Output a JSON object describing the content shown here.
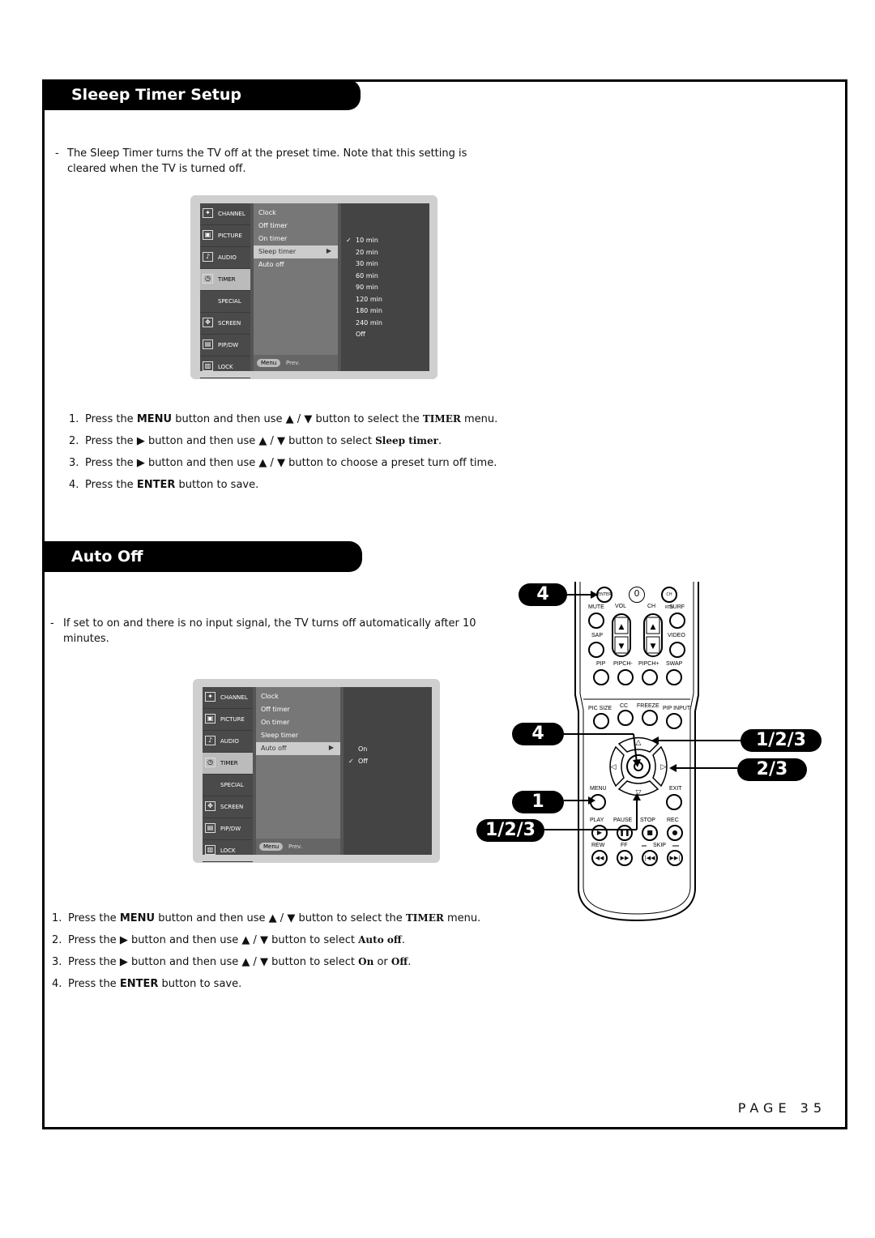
{
  "section1": {
    "title": "Sleeep Timer Setup",
    "intro": "The Sleep Timer turns the TV off at the preset time. Note that this setting is cleared when the TV is turned off.",
    "steps": [
      {
        "num": "1.",
        "a": "Press the ",
        "b": "MENU",
        "c": " button and then use ▲ / ▼ button to select the ",
        "d": "TIMER",
        "e": " menu."
      },
      {
        "num": "2.",
        "a": "Press the ▶ button and then use ▲ / ▼ button to select ",
        "d": "Sleep timer",
        "e": "."
      },
      {
        "num": "3.",
        "a": "Press the ▶ button and then use ▲ / ▼ button to choose a preset turn off time."
      },
      {
        "num": "4.",
        "a": "Press the ",
        "b": "ENTER",
        "c": " button to save."
      }
    ],
    "osd": {
      "side": [
        "CHANNEL",
        "PICTURE",
        "AUDIO",
        "TIMER",
        "SPECIAL",
        "SCREEN",
        "PIP/DW",
        "LOCK"
      ],
      "menu": [
        "Clock",
        "Off timer",
        "On timer",
        "Sleep timer",
        "Auto off"
      ],
      "options": [
        "10 min",
        "20 min",
        "30 min",
        "60 min",
        "90 min",
        "120 min",
        "180 min",
        "240 min",
        "Off"
      ],
      "menu_btn": "Menu",
      "prev": "Prev."
    }
  },
  "section2": {
    "title": "Auto Off",
    "intro": "If set to on and there is no input signal, the TV turns off automatically after 10 minutes.",
    "steps": [
      {
        "num": "1.",
        "a": "Press the ",
        "b": "MENU",
        "c": " button and then use ▲ / ▼ button to select the ",
        "d": "TIMER",
        "e": " menu."
      },
      {
        "num": "2.",
        "a": "Press the ▶ button and then use ▲ / ▼ button to select ",
        "d": "Auto off",
        "e": "."
      },
      {
        "num": "3.",
        "a": "Press the ▶ button and then use ▲ / ▼ button to select ",
        "d": "On",
        "c": " or ",
        "f": "Off",
        "e": "."
      },
      {
        "num": "4.",
        "a": "Press the ",
        "b": "ENTER",
        "c": " button to save."
      }
    ],
    "osd": {
      "side": [
        "CHANNEL",
        "PICTURE",
        "AUDIO",
        "TIMER",
        "SPECIAL",
        "SCREEN",
        "PIP/DW",
        "LOCK"
      ],
      "menu": [
        "Clock",
        "Off timer",
        "On timer",
        "Sleep timer",
        "Auto off"
      ],
      "options": [
        "On",
        "Off"
      ],
      "menu_btn": "Menu",
      "prev": "Prev."
    }
  },
  "remote": {
    "labels": {
      "enter": "ENTER",
      "zero": "0",
      "chrtn": "CH RTN",
      "mute": "MUTE",
      "vol": "VOL",
      "ch": "CH",
      "surf": "SURF",
      "sap": "SAP",
      "video": "VIDEO",
      "pip": "PIP",
      "pipch_minus": "PIPCH-",
      "pipch_plus": "PIPCH+",
      "swap": "SWAP",
      "picsize": "PIC SIZE",
      "cc": "CC",
      "freeze": "FREEZE",
      "pipinput": "PIP INPUT",
      "menu": "MENU",
      "exit": "EXIT",
      "play": "PLAY",
      "pause": "PAUSE",
      "stop": "STOP",
      "rec": "REC",
      "rew": "REW",
      "ff": "FF",
      "skip": "SKIP"
    },
    "callouts": [
      "4",
      "4",
      "1",
      "1/2/3",
      "1/2/3",
      "2/3"
    ]
  },
  "page": {
    "label": "PAGE 35"
  }
}
